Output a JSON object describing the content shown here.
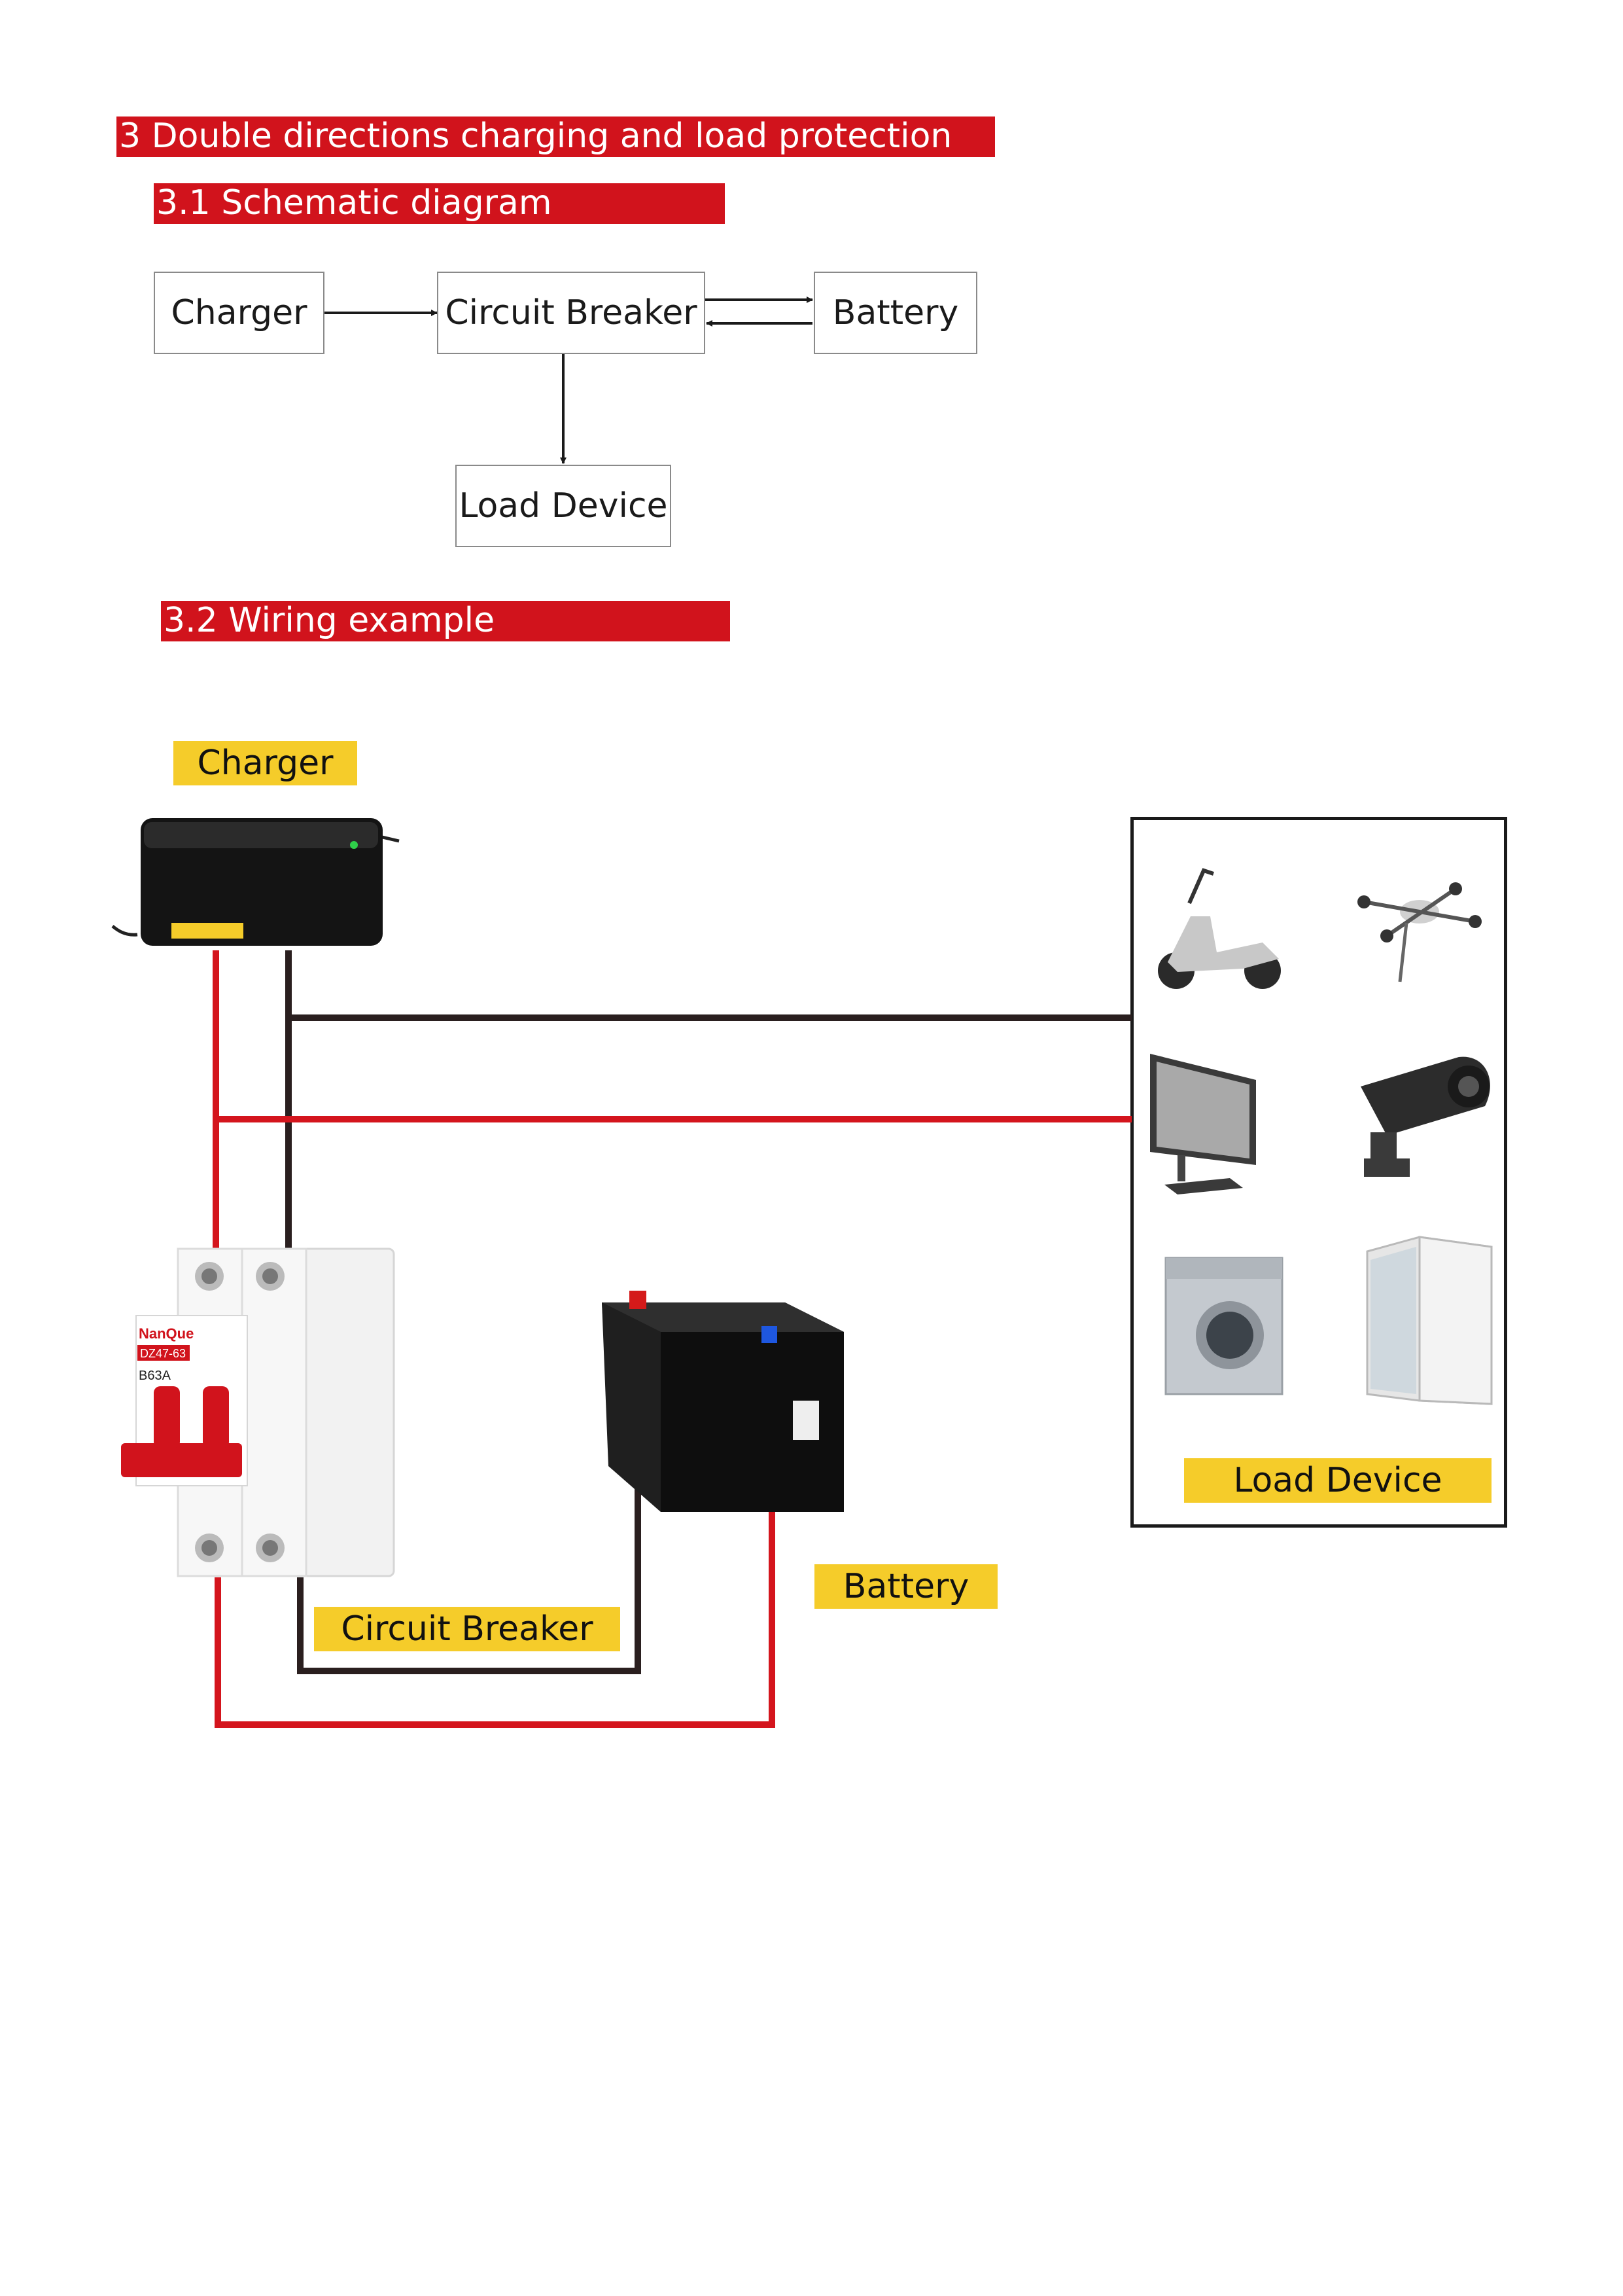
{
  "section": {
    "title": "3 Double directions charging and load protection"
  },
  "schematic": {
    "heading": "3.1 Schematic diagram",
    "nodes": {
      "charger": "Charger",
      "breaker": "Circuit Breaker",
      "battery": "Battery",
      "load": "Load Device"
    },
    "edges": [
      {
        "from": "Charger",
        "to": "Circuit Breaker"
      },
      {
        "from": "Circuit Breaker",
        "to": "Battery"
      },
      {
        "from": "Battery",
        "to": "Circuit Breaker"
      },
      {
        "from": "Circuit Breaker",
        "to": "Load Device"
      }
    ]
  },
  "wiring": {
    "heading": "3.2 Wiring example",
    "labels": {
      "charger": "Charger",
      "breaker": "Circuit Breaker",
      "battery": "Battery",
      "load": "Load Device"
    },
    "breaker_brand": "NanQue",
    "breaker_model": "DZ47-63",
    "breaker_rating": "B63A",
    "load_devices": [
      "scooter",
      "drone",
      "monitor",
      "security-camera",
      "washing-machine",
      "refrigerator"
    ]
  },
  "colors": {
    "banner": "#d1131c",
    "tag": "#f5cc2a",
    "wire_positive": "#d4151d",
    "wire_negative": "#2a1f1f"
  }
}
